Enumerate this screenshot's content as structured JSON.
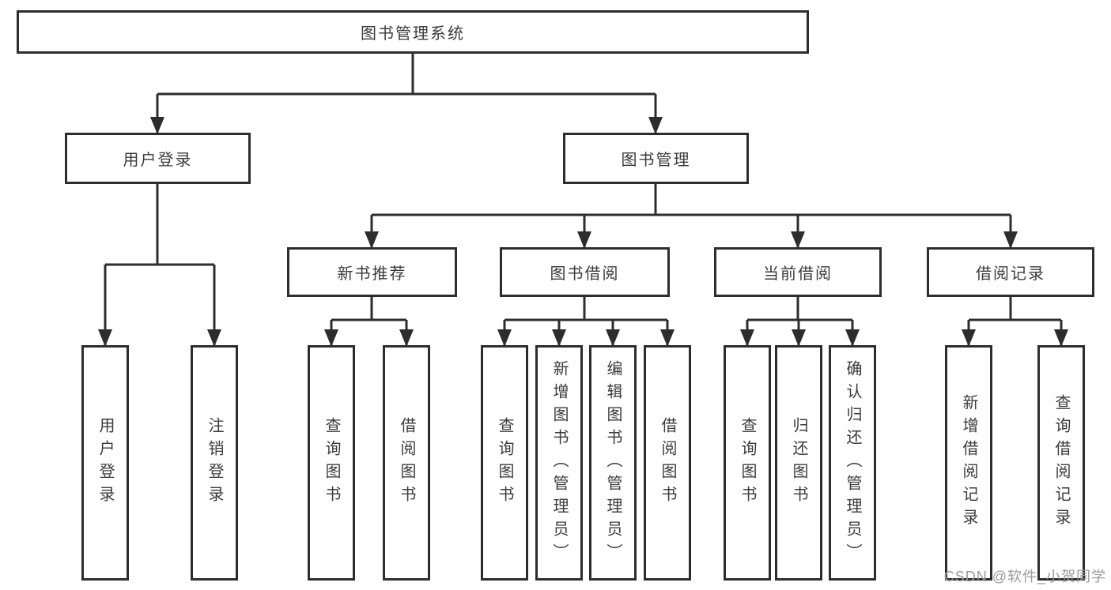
{
  "diagram_title": "图书管理系统",
  "colors": {
    "line": "#2d2d2d",
    "text": "#3b3b3b",
    "watermark": "#9b9b9b",
    "background": "#ffffff"
  },
  "tree": {
    "root": {
      "label": "图书管理系统"
    },
    "level2": [
      {
        "label": "用户登录",
        "children": [
          {
            "label": "用户登录"
          },
          {
            "label": "注销登录"
          }
        ]
      },
      {
        "label": "图书管理",
        "children": [
          {
            "label": "新书推荐",
            "children": [
              {
                "label": "查询图书"
              },
              {
                "label": "借阅图书"
              }
            ]
          },
          {
            "label": "图书借阅",
            "children": [
              {
                "label": "查询图书"
              },
              {
                "label": "新增图书（管理员）"
              },
              {
                "label": "编辑图书（管理员）"
              },
              {
                "label": "借阅图书"
              }
            ]
          },
          {
            "label": "当前借阅",
            "children": [
              {
                "label": "查询图书"
              },
              {
                "label": "归还图书"
              },
              {
                "label": "确认归还（管理员）"
              }
            ]
          },
          {
            "label": "借阅记录",
            "children": [
              {
                "label": "新增借阅记录"
              },
              {
                "label": "查询借阅记录"
              }
            ]
          }
        ]
      }
    ]
  },
  "watermark": "CSDN @软件_小贺同学"
}
